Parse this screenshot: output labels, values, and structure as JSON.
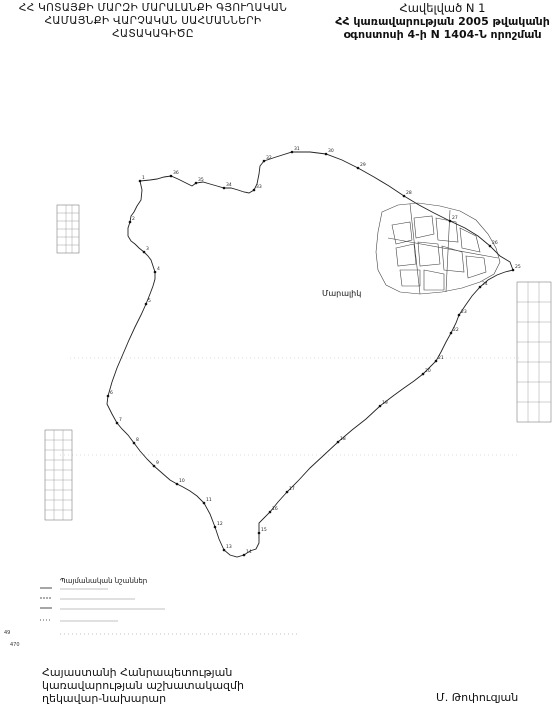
{
  "header_left": {
    "line1": "ՀՀ ԿՈՏԱՅՔԻ ՄԱՐԶԻ ՄԱՐԱԼԱՆՔԻ ԳՅՈՒՂԱԿԱՆ",
    "line2": "ՀԱՄԱՅՆՔԻ ՎԱՐՉԱԿԱՆ ՍԱՀՄԱՆՆԵՐԻ",
    "line3": "ՀԱՏԱԿԱԳԻԾԸ"
  },
  "header_right": {
    "line1": "Հավելված N 1",
    "line2": "ՀՀ կառավարության 2005 թվականի",
    "line3": "օգոստոսի 4-ի N 1404-Ն որոշման"
  },
  "map": {
    "town_label": "Մարալիկ",
    "boundary_color": "#222222",
    "boundary": [
      [
        140,
        181
      ],
      [
        142,
        190
      ],
      [
        141,
        200
      ],
      [
        137,
        206
      ],
      [
        134,
        212
      ],
      [
        131,
        216
      ],
      [
        130,
        222
      ],
      [
        128,
        228
      ],
      [
        128,
        236
      ],
      [
        131,
        241
      ],
      [
        135,
        244
      ],
      [
        139,
        248
      ],
      [
        144,
        252
      ],
      [
        148,
        256
      ],
      [
        151,
        260
      ],
      [
        153,
        266
      ],
      [
        155,
        272
      ],
      [
        155,
        279
      ],
      [
        153,
        286
      ],
      [
        150,
        294
      ],
      [
        146,
        304
      ],
      [
        141,
        315
      ],
      [
        135,
        327
      ],
      [
        129,
        340
      ],
      [
        123,
        354
      ],
      [
        117,
        368
      ],
      [
        112,
        382
      ],
      [
        108,
        396
      ],
      [
        107,
        404
      ],
      [
        112,
        414
      ],
      [
        117,
        423
      ],
      [
        122,
        429
      ],
      [
        128,
        435
      ],
      [
        134,
        443
      ],
      [
        140,
        451
      ],
      [
        147,
        459
      ],
      [
        154,
        466
      ],
      [
        162,
        473
      ],
      [
        170,
        480
      ],
      [
        177,
        484
      ],
      [
        183,
        487
      ],
      [
        190,
        491
      ],
      [
        197,
        496
      ],
      [
        204,
        503
      ],
      [
        210,
        514
      ],
      [
        215,
        527
      ],
      [
        219,
        539
      ],
      [
        224,
        550
      ],
      [
        230,
        555
      ],
      [
        237,
        557
      ],
      [
        244,
        555
      ],
      [
        250,
        551
      ],
      [
        256,
        549
      ],
      [
        259,
        543
      ],
      [
        259,
        533
      ],
      [
        259,
        523
      ],
      [
        263,
        519
      ],
      [
        270,
        512
      ],
      [
        278,
        502
      ],
      [
        287,
        492
      ],
      [
        298,
        481
      ],
      [
        310,
        468
      ],
      [
        324,
        455
      ],
      [
        338,
        442
      ],
      [
        352,
        430
      ],
      [
        366,
        419
      ],
      [
        380,
        406
      ],
      [
        393,
        396
      ],
      [
        404,
        388
      ],
      [
        414,
        381
      ],
      [
        423,
        374
      ],
      [
        430,
        367
      ],
      [
        436,
        361
      ],
      [
        441,
        352
      ],
      [
        446,
        342
      ],
      [
        451,
        333
      ],
      [
        456,
        323
      ],
      [
        459,
        315
      ],
      [
        465,
        306
      ],
      [
        472,
        296
      ],
      [
        480,
        287
      ],
      [
        488,
        280
      ],
      [
        497,
        275
      ],
      [
        505,
        272
      ],
      [
        513,
        270
      ],
      [
        510,
        262
      ],
      [
        500,
        256
      ],
      [
        490,
        246
      ],
      [
        478,
        236
      ],
      [
        465,
        228
      ],
      [
        450,
        221
      ],
      [
        434,
        213
      ],
      [
        419,
        205
      ],
      [
        404,
        196
      ],
      [
        389,
        186
      ],
      [
        374,
        177
      ],
      [
        358,
        168
      ],
      [
        342,
        160
      ],
      [
        326,
        154
      ],
      [
        310,
        152
      ],
      [
        292,
        152
      ],
      [
        276,
        157
      ],
      [
        264,
        161
      ],
      [
        260,
        166
      ],
      [
        259,
        174
      ],
      [
        257,
        184
      ],
      [
        254,
        190
      ],
      [
        249,
        193
      ],
      [
        244,
        192
      ],
      [
        238,
        190
      ],
      [
        231,
        188
      ],
      [
        224,
        188
      ],
      [
        217,
        186
      ],
      [
        210,
        184
      ],
      [
        203,
        182
      ],
      [
        196,
        183
      ],
      [
        192,
        186
      ],
      [
        186,
        183
      ],
      [
        178,
        179
      ],
      [
        171,
        176
      ],
      [
        164,
        177
      ],
      [
        157,
        179
      ],
      [
        150,
        180
      ],
      [
        140,
        181
      ]
    ],
    "vertices": [
      {
        "label": "1",
        "p": [
          140,
          181
        ]
      },
      {
        "label": "2",
        "p": [
          130,
          222
        ]
      },
      {
        "label": "3",
        "p": [
          144,
          252
        ]
      },
      {
        "label": "4",
        "p": [
          155,
          272
        ]
      },
      {
        "label": "5",
        "p": [
          146,
          304
        ]
      },
      {
        "label": "6",
        "p": [
          108,
          396
        ]
      },
      {
        "label": "7",
        "p": [
          117,
          423
        ]
      },
      {
        "label": "8",
        "p": [
          134,
          443
        ]
      },
      {
        "label": "9",
        "p": [
          154,
          466
        ]
      },
      {
        "label": "10",
        "p": [
          177,
          484
        ]
      },
      {
        "label": "11",
        "p": [
          204,
          503
        ]
      },
      {
        "label": "12",
        "p": [
          215,
          527
        ]
      },
      {
        "label": "13",
        "p": [
          224,
          550
        ]
      },
      {
        "label": "14",
        "p": [
          244,
          555
        ]
      },
      {
        "label": "15",
        "p": [
          259,
          533
        ]
      },
      {
        "label": "16",
        "p": [
          270,
          512
        ]
      },
      {
        "label": "17",
        "p": [
          287,
          492
        ]
      },
      {
        "label": "18",
        "p": [
          338,
          442
        ]
      },
      {
        "label": "19",
        "p": [
          380,
          406
        ]
      },
      {
        "label": "20",
        "p": [
          423,
          374
        ]
      },
      {
        "label": "21",
        "p": [
          436,
          361
        ]
      },
      {
        "label": "22",
        "p": [
          451,
          333
        ]
      },
      {
        "label": "23",
        "p": [
          459,
          315
        ]
      },
      {
        "label": "24",
        "p": [
          480,
          287
        ]
      },
      {
        "label": "25",
        "p": [
          513,
          270
        ]
      },
      {
        "label": "26",
        "p": [
          490,
          246
        ]
      },
      {
        "label": "27",
        "p": [
          450,
          221
        ]
      },
      {
        "label": "28",
        "p": [
          404,
          196
        ]
      },
      {
        "label": "29",
        "p": [
          358,
          168
        ]
      },
      {
        "label": "30",
        "p": [
          326,
          154
        ]
      },
      {
        "label": "31",
        "p": [
          292,
          152
        ]
      },
      {
        "label": "32",
        "p": [
          264,
          161
        ]
      },
      {
        "label": "33",
        "p": [
          254,
          190
        ]
      },
      {
        "label": "34",
        "p": [
          224,
          188
        ]
      },
      {
        "label": "35",
        "p": [
          196,
          183
        ]
      },
      {
        "label": "36",
        "p": [
          171,
          176
        ]
      }
    ]
  },
  "legend": {
    "title": "Պայմանական նշաններ"
  },
  "footer": {
    "left_line1": "Հայաստանի Հանրապետության",
    "left_line2": "կառավարության աշխատակազմի",
    "left_line3": "ղեկավար-նախարար",
    "right": "Մ. Թոփուզյան"
  },
  "side_marks": {
    "left_small": "49",
    "left_small2": "470"
  }
}
